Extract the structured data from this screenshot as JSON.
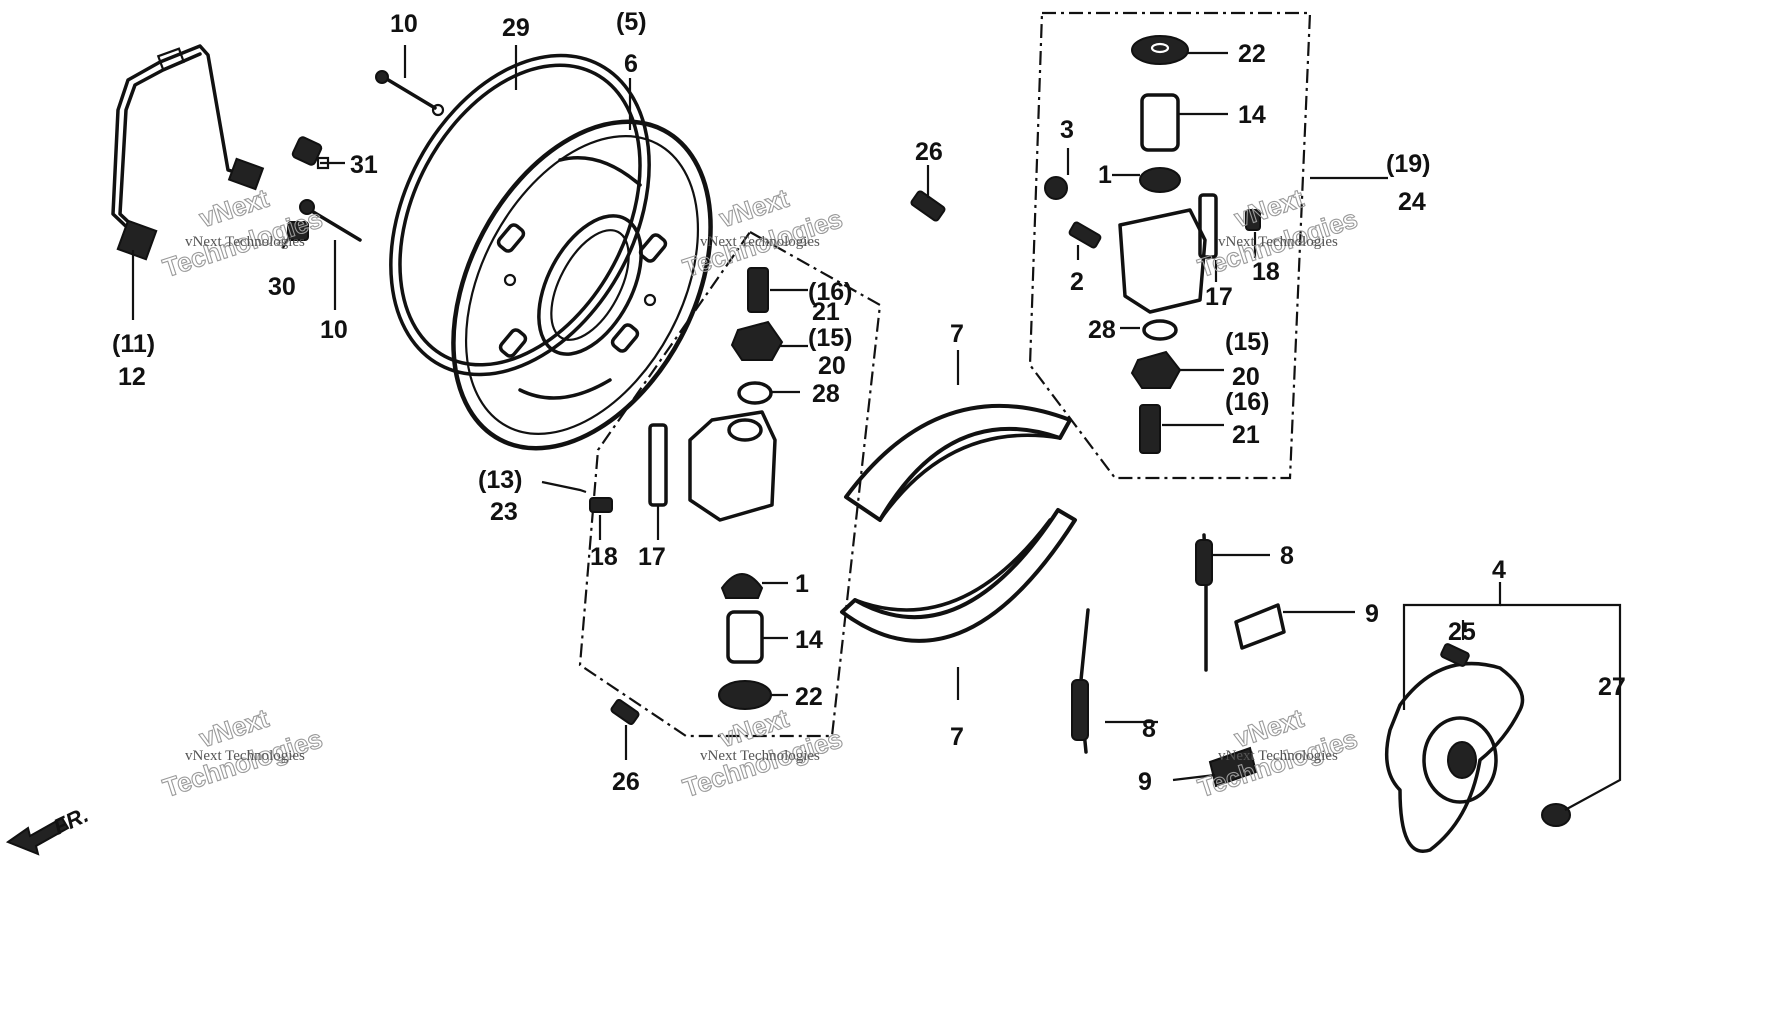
{
  "labels": {
    "l10a": "10",
    "l29": "29",
    "l5": "(5)",
    "l6": "6",
    "l31": "31",
    "l30": "30",
    "l10b": "10",
    "l11": "(11)",
    "l12": "12",
    "l26a": "26",
    "l16a": "(16)",
    "l21a": "21",
    "l15a": "(15)",
    "l20a": "20",
    "l28a": "28",
    "l13": "(13)",
    "l23": "23",
    "l18a": "18",
    "l17a": "17",
    "l1a": "1",
    "l14a": "14",
    "l22a": "22",
    "l26b": "26",
    "l22b": "22",
    "l14b": "14",
    "l3": "3",
    "l1b": "1",
    "l2": "2",
    "l19": "(19)",
    "l24": "24",
    "l18b": "18",
    "l17b": "17",
    "l28b": "28",
    "l15b": "(15)",
    "l20b": "20",
    "l16b": "(16)",
    "l21b": "21",
    "l7a": "7",
    "l7b": "7",
    "l8a": "8",
    "l8b": "8",
    "l9a": "9",
    "l9b": "9",
    "l4": "4",
    "l25": "25",
    "l27": "27",
    "fr": "FR."
  },
  "watermark": {
    "top": "vNext",
    "middle": "vNext Technologies",
    "bottom": "Technologies"
  }
}
